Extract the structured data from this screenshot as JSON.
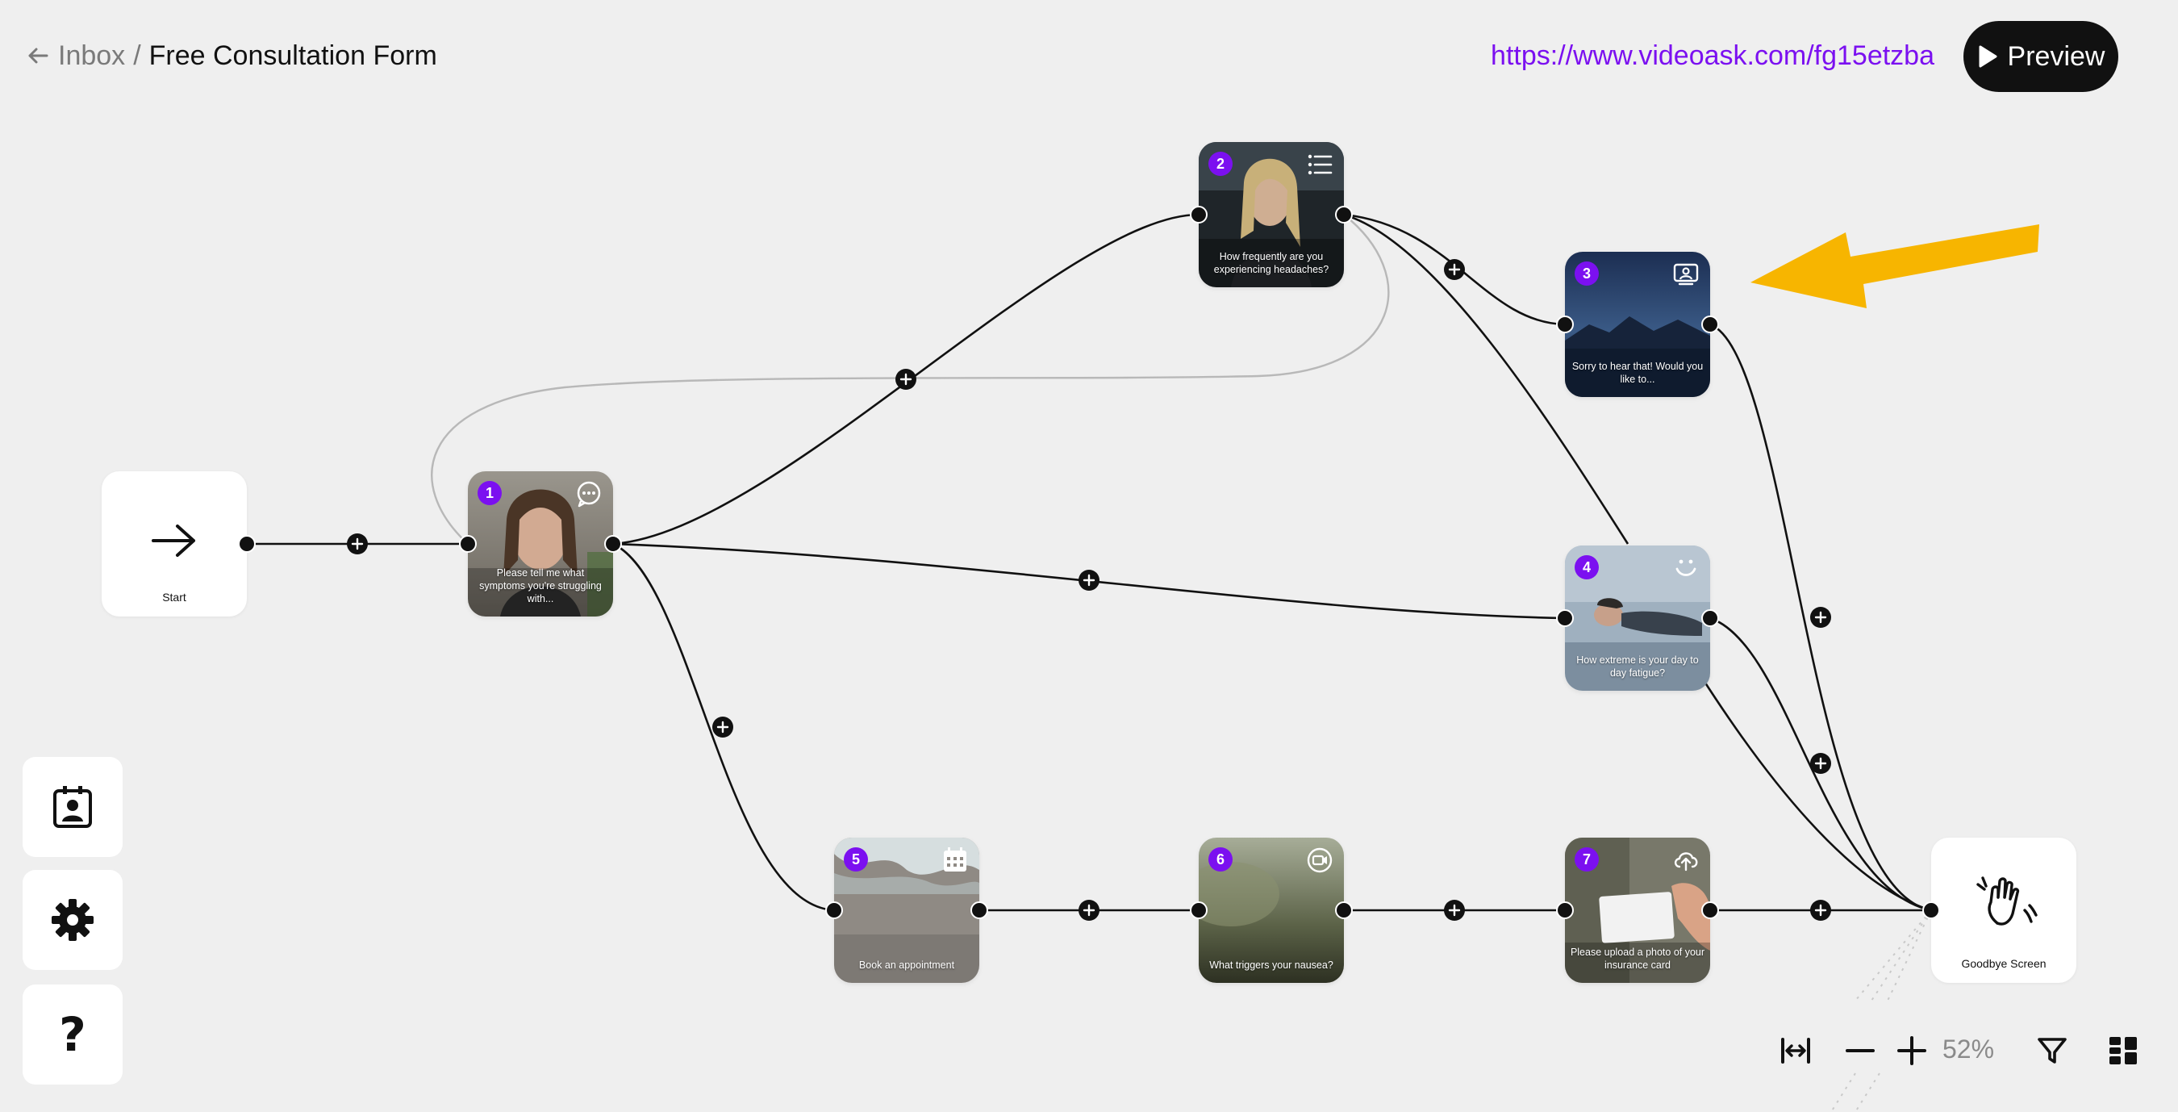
{
  "header": {
    "back_label": "Inbox",
    "separator": "/",
    "title": "Free Consultation Form",
    "share_url": "https://www.videoask.com/fg15etzba",
    "preview_label": "Preview"
  },
  "nodes": {
    "start": {
      "label": "Start"
    },
    "q1": {
      "number": "1",
      "caption": "Please tell me what symptoms you're struggling with...",
      "type": "chat-bubble-icon"
    },
    "q2": {
      "number": "2",
      "caption": "How frequently are you experiencing headaches?",
      "type": "list-icon"
    },
    "q3": {
      "number": "3",
      "caption": "Sorry to hear that! Would you like to...",
      "type": "contact-card-icon"
    },
    "q4": {
      "number": "4",
      "caption": "How extreme is your day to day fatigue?",
      "type": "smiley-icon"
    },
    "q5": {
      "number": "5",
      "caption": "Book an appointment",
      "type": "calendar-icon"
    },
    "q6": {
      "number": "6",
      "caption": "What triggers your nausea?",
      "type": "video-reply-icon"
    },
    "q7": {
      "number": "7",
      "caption": "Please upload a photo of your insurance card",
      "type": "upload-cloud-icon"
    },
    "goodbye": {
      "label": "Goodbye Screen"
    }
  },
  "sidebar": {
    "contacts_icon": "contacts-icon",
    "settings_icon": "gear-icon",
    "help_icon": "help-icon",
    "help_glyph": "?"
  },
  "toolbar": {
    "zoom_level": "52%",
    "fit_icon": "fit-width-icon",
    "zoom_out_icon": "minus-icon",
    "zoom_in_icon": "plus-icon",
    "filter_icon": "filter-icon",
    "layout_icon": "grid-layout-icon"
  },
  "colors": {
    "accent": "#7b10f0",
    "canvas_bg": "#efefef",
    "annotation_arrow": "#f7b500"
  }
}
